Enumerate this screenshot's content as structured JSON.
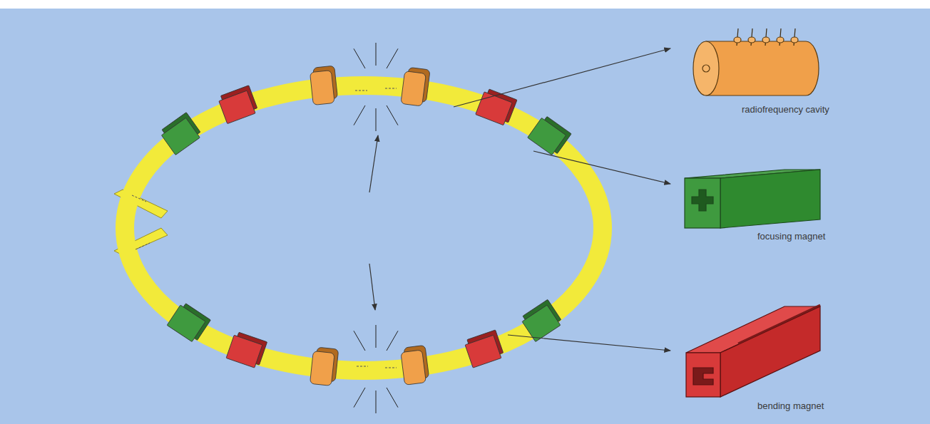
{
  "diagram": {
    "labels": [
      "radiofrequency cavity",
      "focusing magnet",
      "bending magnet"
    ]
  }
}
